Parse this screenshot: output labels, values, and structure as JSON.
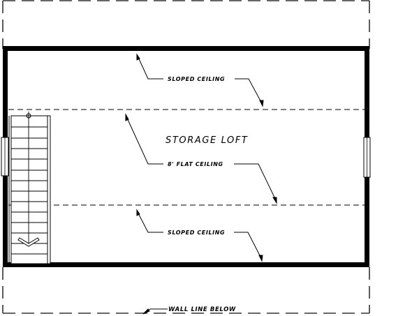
{
  "plan": {
    "room_name": "STORAGE LOFT",
    "labels": {
      "sloped_ceiling_top": "SLOPED CEILING",
      "flat_ceiling": "8' FLAT CEILING",
      "sloped_ceiling_bottom": "SLOPED CEILING",
      "wall_line_below": "WALL LINE BELOW"
    },
    "colors": {
      "line": "#000000",
      "dashed_outline": "#333333",
      "background": "#ffffff"
    }
  }
}
